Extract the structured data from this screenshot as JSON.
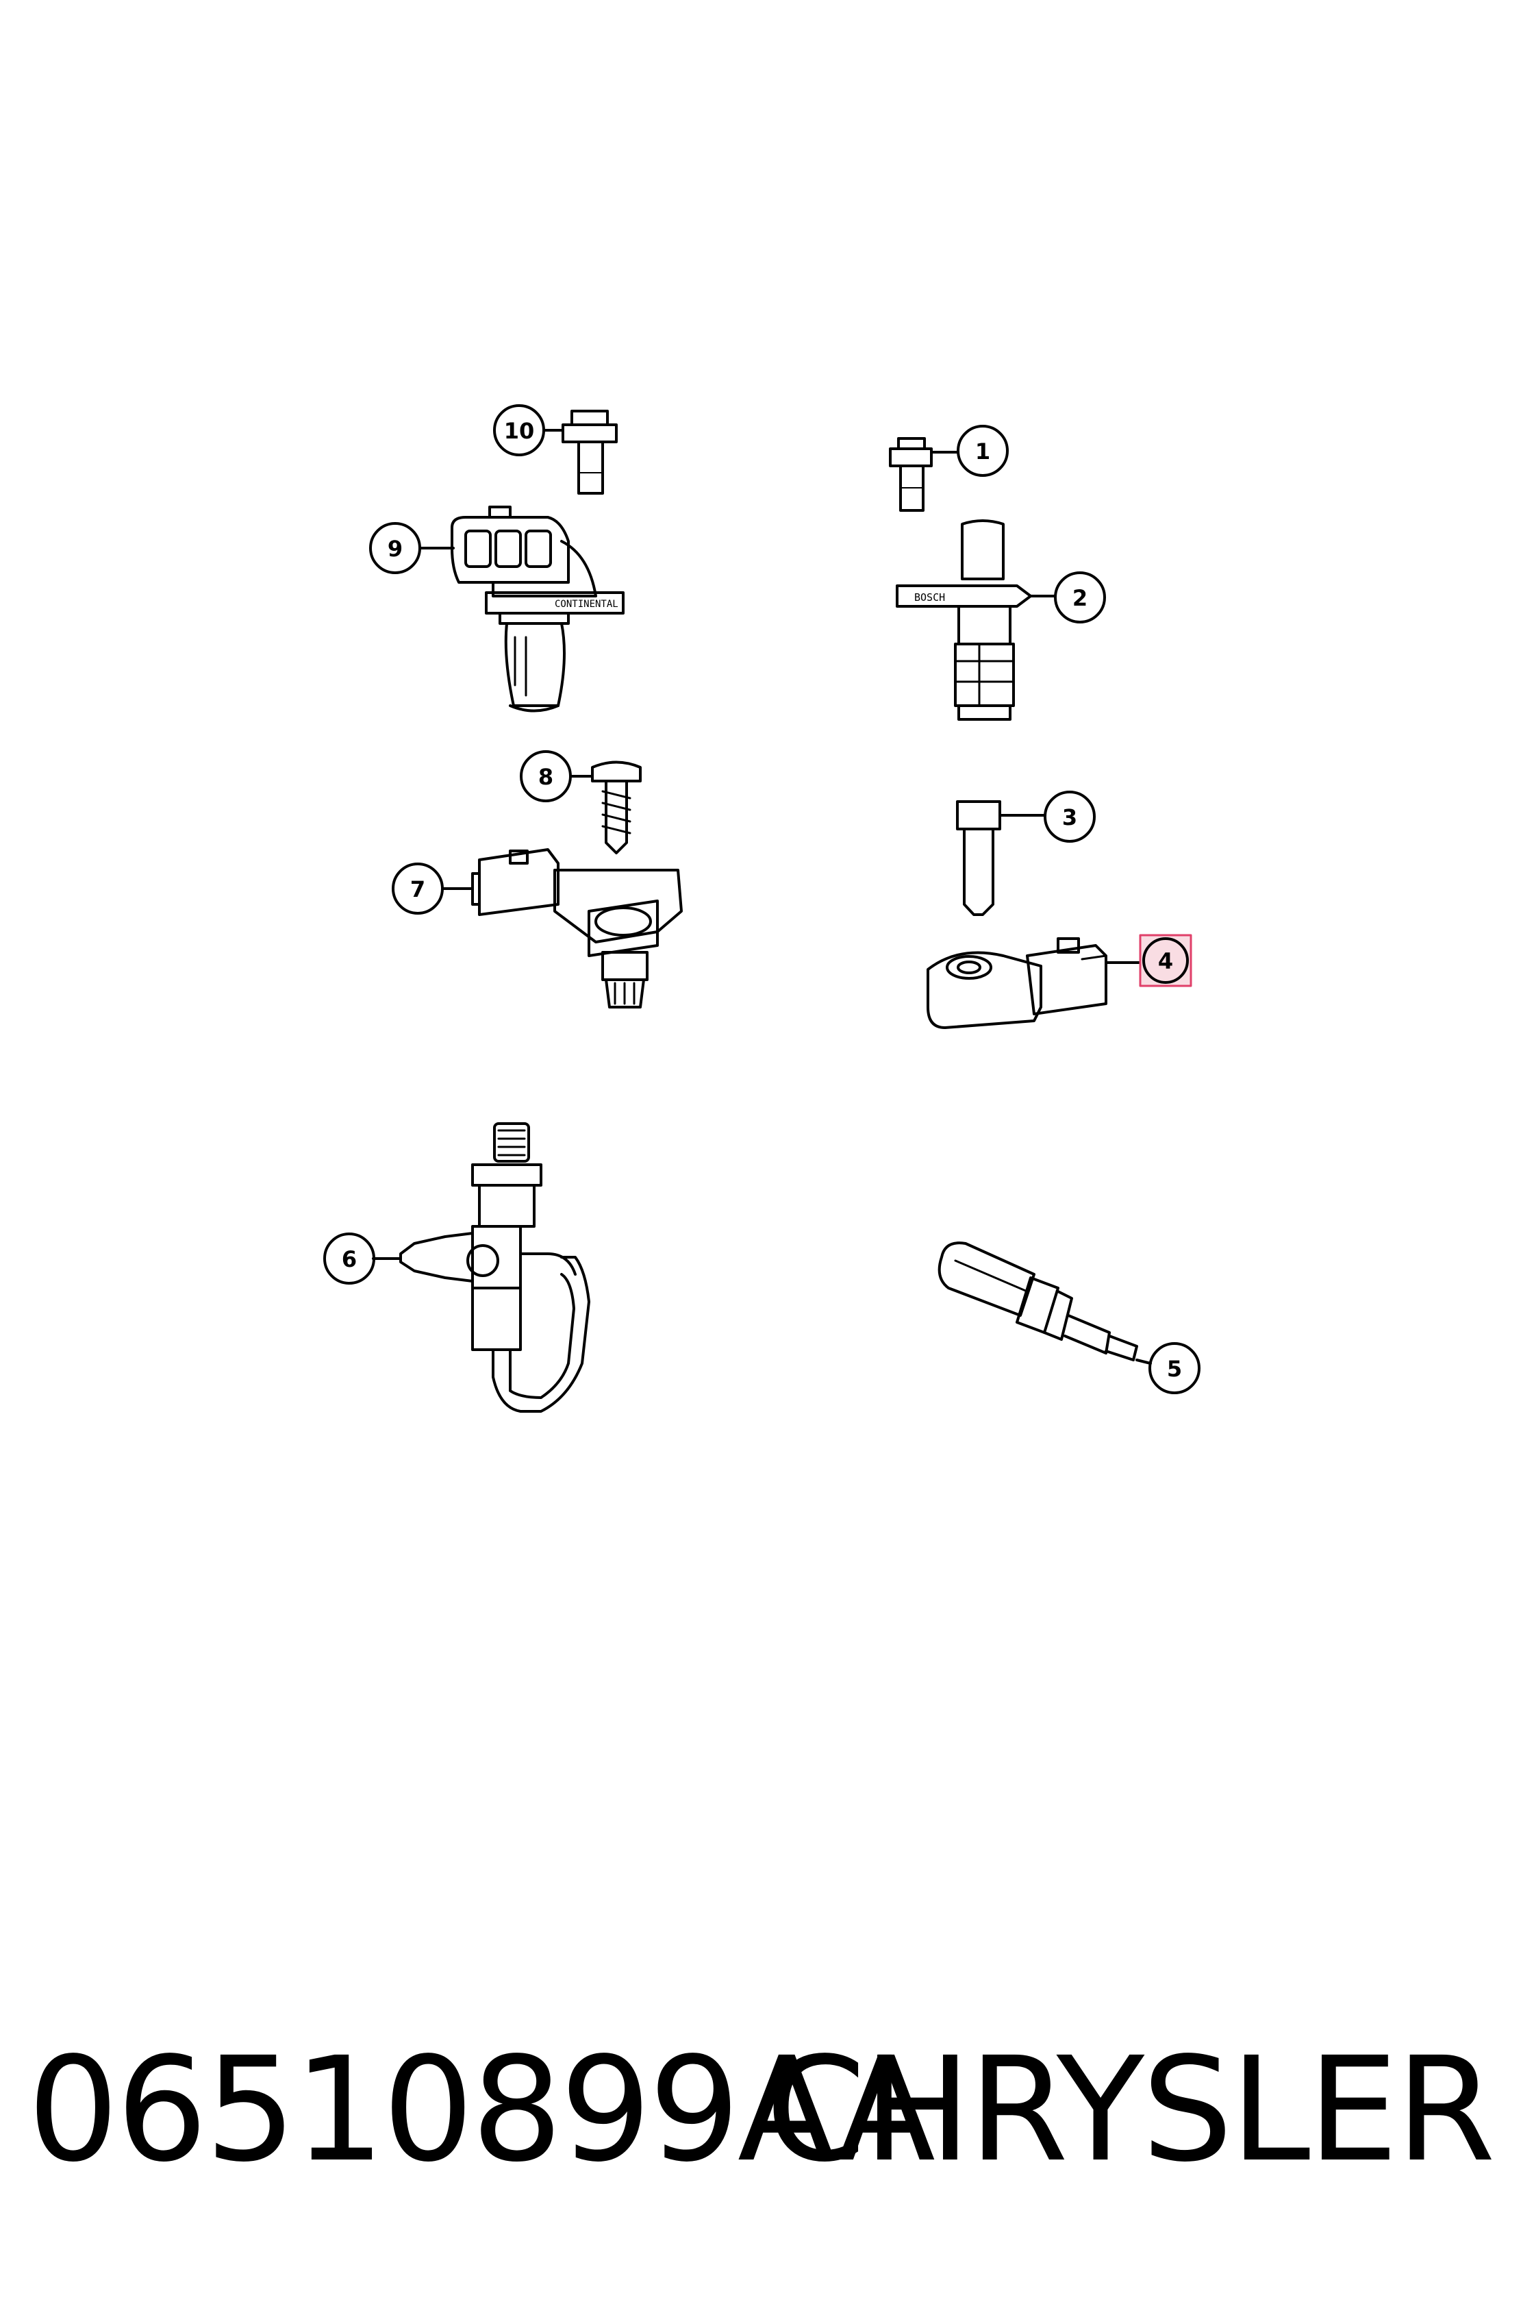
{
  "callouts": [
    {
      "id": "1",
      "label": "1"
    },
    {
      "id": "2",
      "label": "2"
    },
    {
      "id": "3",
      "label": "3"
    },
    {
      "id": "4",
      "label": "4",
      "highlighted": true
    },
    {
      "id": "5",
      "label": "5"
    },
    {
      "id": "6",
      "label": "6"
    },
    {
      "id": "7",
      "label": "7"
    },
    {
      "id": "8",
      "label": "8"
    },
    {
      "id": "9",
      "label": "9"
    },
    {
      "id": "10",
      "label": "10"
    }
  ],
  "part_labels": {
    "sensor_2_brand": "BOSCH",
    "sensor_9_brand": "CONTINENTAL"
  },
  "footer": {
    "part_number": "06510899AA",
    "brand": "CHRYSLER"
  },
  "colors": {
    "line": "#000000",
    "background": "#ffffff",
    "highlight_fill": "#f9dde3",
    "highlight_stroke": "#e0406a"
  }
}
